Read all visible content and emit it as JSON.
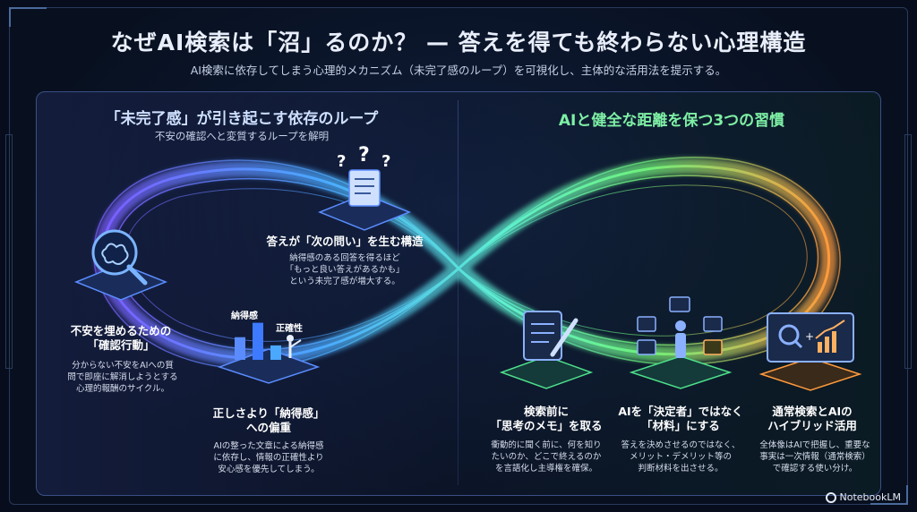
{
  "header": {
    "title": "なぜAI検索は「沼」るのか？ — 答えを得ても終わらない心理構造",
    "subtitle": "AI検索に依存してしまう心理的メカニズム（未完了感のループ）を可視化し、主体的な活用法を提示する。"
  },
  "left_section": {
    "title": "「未完了感」が引き起こす依存のループ",
    "subtitle": "不安の確認へと変質するループを解明",
    "steps": [
      {
        "label_lines": [
          "不安を埋めるための",
          "「確認行動」"
        ],
        "desc_lines": [
          "分からない不安をAIへの質",
          "問で即座に解消しようとする",
          "心理的報酬のサイクル。"
        ],
        "icon": "brain-search-icon"
      },
      {
        "label_lines": [
          "答えが「次の問い」を生む構造"
        ],
        "desc_lines": [
          "納得感のある回答を得るほど",
          "「もっと良い答えがあるかも」",
          "という未完了感が増大する。"
        ],
        "icon": "question-scroll-icon"
      },
      {
        "label_lines": [
          "正しさより「納得感」",
          "への偏重"
        ],
        "desc_lines": [
          "AIの整った文章による納得感",
          "に依存し、情報の正確性より",
          "安心感を優先してしまう。"
        ],
        "icon": "bar-chart-presenter-icon",
        "bar_labels": [
          "納得感",
          "正確性"
        ],
        "bar_levels": [
          0.9,
          0.55,
          0.35
        ]
      }
    ]
  },
  "right_section": {
    "title": "AIと健全な距離を保つ3つの習慣",
    "habits": [
      {
        "label_lines": [
          "検索前に",
          "「思考のメモ」を取る"
        ],
        "desc_lines": [
          "衝動的に聞く前に、何を知り",
          "たいのか、どこで終えるのか",
          "を言語化し主導権を確保。"
        ],
        "icon": "notepad-pen-icon"
      },
      {
        "label_lines": [
          "AIを「決定者」ではなく",
          "「材料」にする"
        ],
        "desc_lines": [
          "答えを決めさせるのではなく、",
          "メリット・デメリット等の",
          "判断材料を出させる。"
        ],
        "icon": "person-options-icon"
      },
      {
        "label_lines": [
          "通常検索とAIの",
          "ハイブリッド活用"
        ],
        "desc_lines": [
          "全体像はAIで把握し、重要な",
          "事実は一次情報（通常検索）",
          "で確認する使い分け。"
        ],
        "icon": "search-plus-chart-icon"
      }
    ]
  },
  "brand": {
    "name": "NotebookLM"
  },
  "colors": {
    "left_accent": "#5a8cff",
    "right_accent": "#4ee08a",
    "loop_orange": "#ff9a3c"
  }
}
